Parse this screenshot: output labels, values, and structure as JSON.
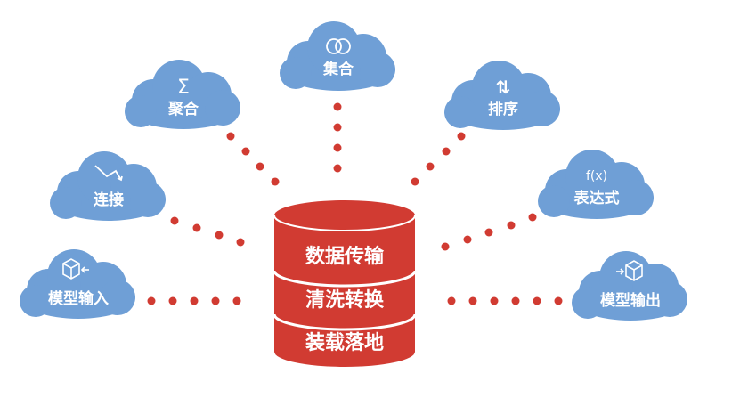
{
  "colors": {
    "cloud": "#6f9fd6",
    "database": "#d13b32",
    "dots": "#d13b32",
    "text": "#ffffff"
  },
  "database": {
    "layers": [
      "数据传输",
      "清洗转换",
      "装载落地"
    ]
  },
  "clouds": {
    "jihe": {
      "label": "集合",
      "icon": "intersecting-circles-icon"
    },
    "juhe": {
      "label": "聚合",
      "icon": "sigma-icon",
      "icon_text": "Σ"
    },
    "paixu": {
      "label": "排序",
      "icon": "sort-arrows-icon",
      "icon_text": "⇅"
    },
    "lianjie": {
      "label": "连接",
      "icon": "connect-arrow-icon"
    },
    "biaodashi": {
      "label": "表达式",
      "icon": "function-icon",
      "icon_text": "f(x)"
    },
    "shuru": {
      "label": "模型输入",
      "icon": "box-in-icon"
    },
    "shuchu": {
      "label": "模型输出",
      "icon": "box-out-icon"
    }
  }
}
